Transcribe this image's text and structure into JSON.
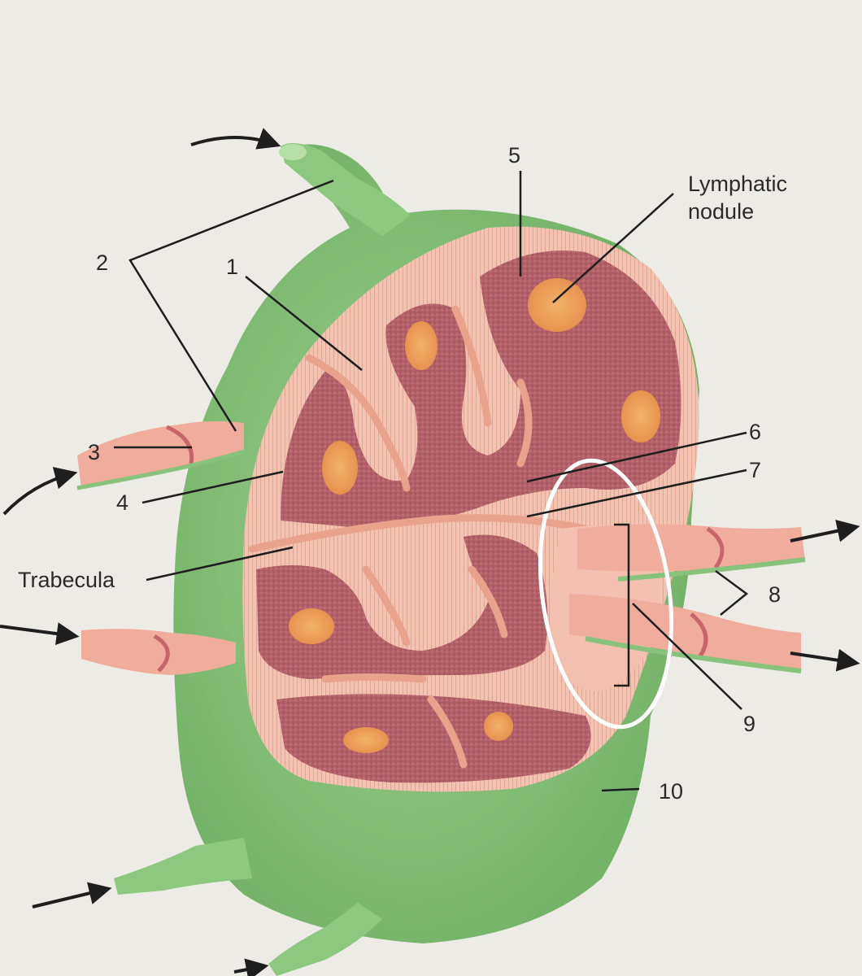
{
  "labels": {
    "n1": "1",
    "n2": "2",
    "n3": "3",
    "n4": "4",
    "n5": "5",
    "n6": "6",
    "n7": "7",
    "n8": "8",
    "n9": "9",
    "n10": "10",
    "lymphatic_nodule_line1": "Lymphatic",
    "lymphatic_nodule_line2": "nodule",
    "trabecula": "Trabecula"
  },
  "colors": {
    "background": "#ecebe6",
    "capsule_green": "#7fbf73",
    "node_pink": "#f1b9a6",
    "cortex_dark": "#b8626a",
    "germinal_center": "#eaa25c",
    "leader_line": "#1e1e1e",
    "highlight_ellipse": "#ffffff"
  }
}
